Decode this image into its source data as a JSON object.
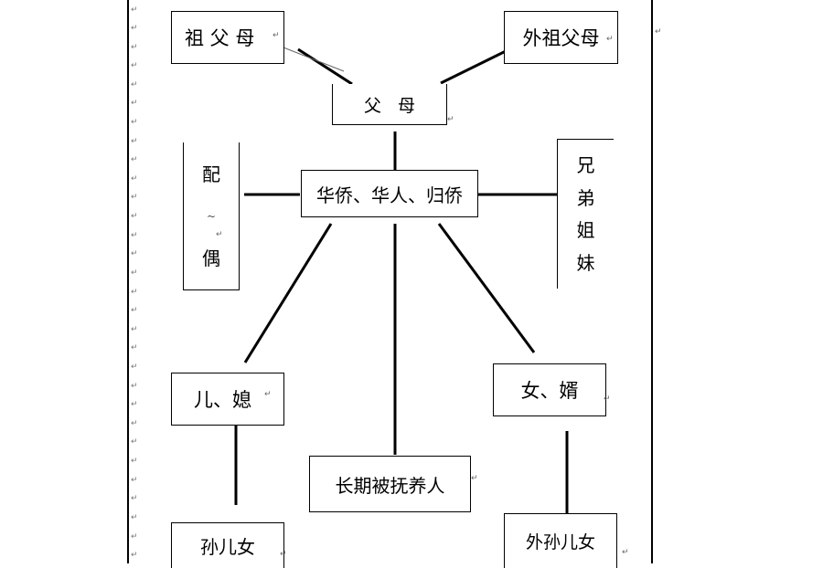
{
  "diagram": {
    "grandparents": "祖 父 母",
    "maternal_grandparents": "外祖父母",
    "parents": "父   母",
    "center": "华侨、华人、归侨",
    "spouse_chars": [
      "配",
      "偶"
    ],
    "spouse_sep": "~",
    "siblings_chars": [
      "兄",
      "弟",
      "姐",
      "妹"
    ],
    "son_daughter_in_law": "儿、媳",
    "daughter_son_in_law": "女、婿",
    "long_term_dependent": "长期被抚养人",
    "grandchildren": "孙儿女",
    "maternal_grandchildren": "外孙儿女"
  },
  "paragraph_mark": "↵"
}
